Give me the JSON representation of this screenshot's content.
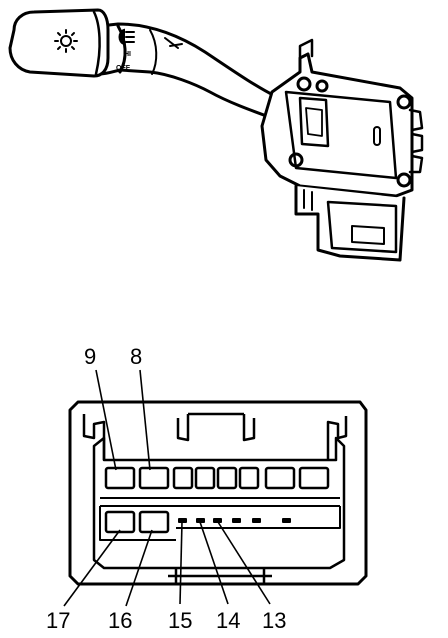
{
  "switch_markings": {
    "mid_label": "HI",
    "off_label": "OFF"
  },
  "pin_labels": {
    "p9": "9",
    "p8": "8",
    "p17": "17",
    "p16": "16",
    "p15": "15",
    "p14": "14",
    "p13": "13"
  },
  "icons": {
    "headlight": "headlight-icon",
    "parking_light": "parking-light-icon"
  },
  "colors": {
    "ink": "#000000",
    "paper": "#ffffff"
  }
}
